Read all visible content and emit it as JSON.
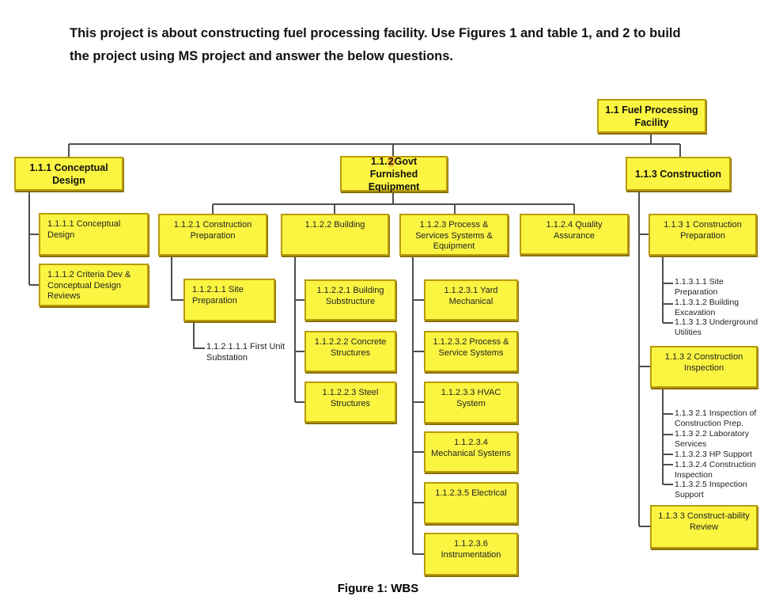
{
  "header": {
    "line1": "This project is about constructing fuel processing facility. Use Figures 1 and table 1, and 2 to build",
    "line2": "the project using MS project and answer the below questions."
  },
  "caption": "Figure 1: WBS",
  "colors": {
    "box_fill": "#fbf542",
    "box_border": "#b89b08",
    "box_shadow": "#8a7005",
    "connector_line": "#4f4f4f",
    "highlight_on_2": "#ff9e23",
    "text": "#1a1a1a"
  },
  "nodes": {
    "root": "1.1  Fuel Processing Facility",
    "conceptual_design": "1.1.1 Conceptual Design",
    "govt_pre": "1.1.",
    "govt_hl": "2",
    "govt_rest": "Govt Furnished Equipment",
    "construction": "1.1.3  Construction",
    "n1111": "1.1.1.1 Conceptual Design",
    "n1112": "1.1.1.2  Criteria Dev & Conceptual Design Reviews",
    "n1121": "1.1.2.1  Construction Preparation",
    "n1122": "1.1.2.2  Building",
    "n1123": "1.1.2.3  Process & Services Systems & Equipment",
    "n1124": "1.1.2.4  Quality Assurance",
    "n1131": "1.1.3 1 Construction Preparation",
    "n11211": "1.1.2.1.1  Site Preparation",
    "n112111": "1.1.2.1.1.1  First Unit Substation",
    "n11221": "1.1.2.2.1  Building Substructure",
    "n11222": "1.1.2.2.2 Concrete Structures",
    "n11223": "1.1.2.2.3  Steel Structures",
    "n11231": "1.1.2.3.1  Yard Mechanical",
    "n11232": "1.1.2.3.2  Process & Service Systems",
    "n11233": "1.1.2.3.3  HVAC System",
    "n11234": "1.1.2.3.4  Mechanical Systems",
    "n11235": "1.1.2.3.5  Electrical",
    "n11236": "1.1.2.3.6 Instrumentation",
    "n1132": "1.1.3 2  Construction Inspection",
    "n1133": "1.1.3 3  Construct-ability Review",
    "n11311": "1.1.3.1.1  Site Preparation",
    "n11312": "1.1.3.1.2  Building Excavation",
    "n11313": "1.1.3 1.3  Underground Utilities",
    "n11321": "1.1.3 2.1  Inspection of Construction Prep.",
    "n11322": "1.1.3 2.2  Laboratory Services",
    "n11323": "1.1.3.2.3  HP Support",
    "n11324": "1.1.3.2.4  Construction Inspection",
    "n11325": "1.1.3.2.5  Inspection Support"
  }
}
